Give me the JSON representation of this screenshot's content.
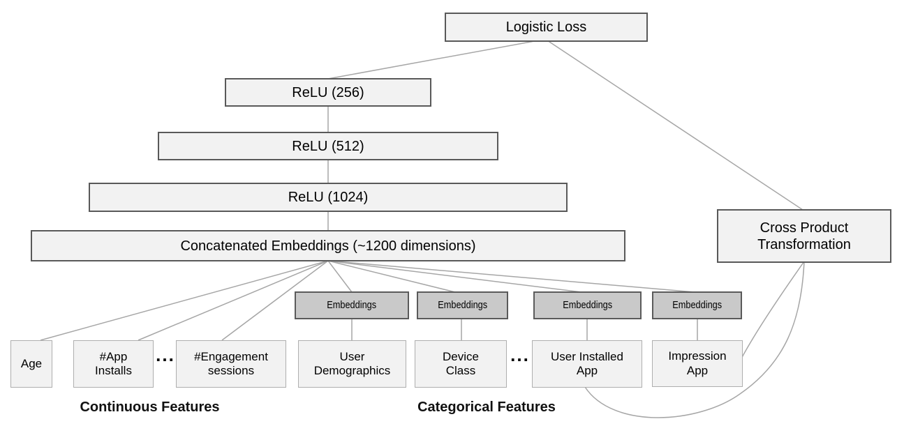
{
  "diagram": {
    "nodes": {
      "logistic_loss": {
        "label": "Logistic Loss"
      },
      "relu_256": {
        "label": "ReLU (256)"
      },
      "relu_512": {
        "label": "ReLU (512)"
      },
      "relu_1024": {
        "label": "ReLU (1024)"
      },
      "concat": {
        "label": "Concatenated Embeddings (~1200 dimensions)"
      },
      "cross_product": {
        "line1": "Cross Product",
        "line2": "Transformation"
      },
      "embeddings_label": "Embeddings",
      "age": {
        "label": "Age"
      },
      "app_installs": {
        "line1": "#App",
        "line2": "Installs"
      },
      "engagement_sessions": {
        "line1": "#Engagement",
        "line2": "sessions"
      },
      "user_demographics": {
        "line1": "User",
        "line2": "Demographics"
      },
      "device_class": {
        "line1": "Device",
        "line2": "Class"
      },
      "user_installed_app": {
        "line1": "User Installed",
        "line2": "App"
      },
      "impression_app": {
        "line1": "Impression",
        "line2": "App"
      }
    },
    "ellipsis": "...",
    "group_labels": {
      "continuous": "Continuous Features",
      "categorical": "Categorical Features"
    },
    "colors": {
      "box_fill": "#f2f2f2",
      "box_border": "#595959",
      "minor_border": "#aeaeae",
      "embedding_fill": "#c9c9c9",
      "wire": "#a6a6a6",
      "text": "#000000"
    }
  }
}
